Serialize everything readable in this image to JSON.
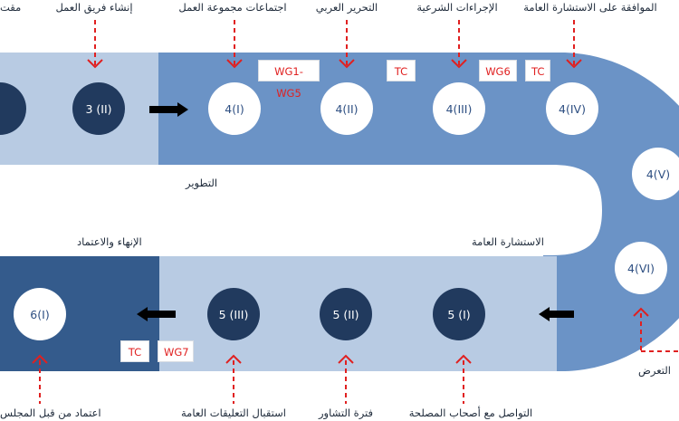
{
  "stages": [
    {
      "id": "s3i",
      "label": "3 (II)"
    },
    {
      "id": "s4i",
      "label": "4(I)"
    },
    {
      "id": "s4ii",
      "label": "4(II)"
    },
    {
      "id": "s4iii",
      "label": "4(III)"
    },
    {
      "id": "s4iv",
      "label": "4(IV)"
    },
    {
      "id": "s4v",
      "label": "4(V)"
    },
    {
      "id": "s4vi",
      "label": "4(VI)"
    },
    {
      "id": "s5i",
      "label": "5 (I)"
    },
    {
      "id": "s5ii",
      "label": "5 (II)"
    },
    {
      "id": "s5iii",
      "label": "5 (III)"
    },
    {
      "id": "s6i",
      "label": "6(I)"
    }
  ],
  "top_labels": {
    "truncated_left": "مقت",
    "wg_creation": "إنشاء فريق العمل",
    "wg_meetings": "اجتماعات مجموعة العمل",
    "arabic_editing": "التحرير العربي",
    "legal_procedures": "الإجراءات الشرعية",
    "public_consultation_approval": "الموافقة على الاستشارة العامة"
  },
  "bottom_labels": {
    "council_approval": "اعتماد من قبل المجلس",
    "public_comments": "استقبال التعليقات العامة",
    "consultation_period": "فترة التشاور",
    "stakeholder_outreach": "التواصل مع أصحاب المصلحة",
    "exposure": "التعرض"
  },
  "section_labels": {
    "development": "التطوير",
    "public_consultation": "الاستشارة العامة",
    "finalization": "الإنهاء والاعتماد"
  },
  "tags": {
    "wg1_wg5": "WG1-WG5",
    "tc_top1": "TC",
    "wg6": "WG6",
    "tc_top2": "TC",
    "tc_bottom": "TC",
    "wg7": "WG7"
  },
  "colors": {
    "light_band": "#b8cbe3",
    "mid_band": "#6b93c6",
    "dark_band": "#345b8c",
    "dark_circle": "#213a5e",
    "red_arrow": "#e02020"
  }
}
